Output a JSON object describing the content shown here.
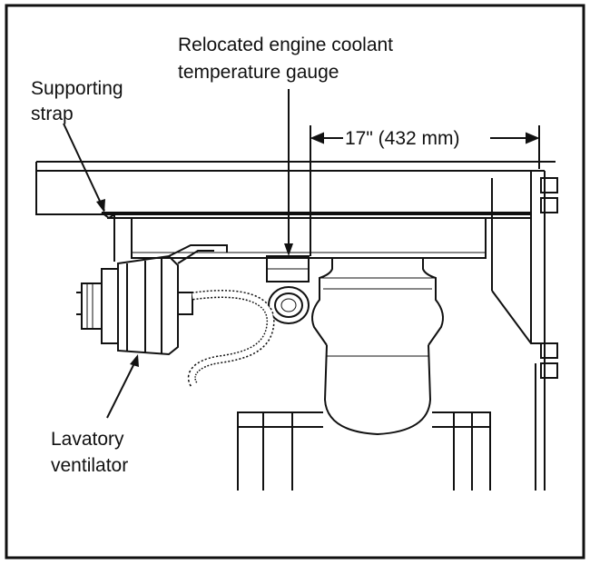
{
  "labels": {
    "supporting_strap": [
      "Supporting",
      "strap"
    ],
    "gauge": [
      "Relocated engine coolant",
      "temperature gauge"
    ],
    "dimension": "17\" (432 mm)",
    "ventilator": [
      "Lavatory",
      "ventilator"
    ]
  },
  "colors": {
    "ink": "#111111",
    "paper": "#ffffff"
  }
}
